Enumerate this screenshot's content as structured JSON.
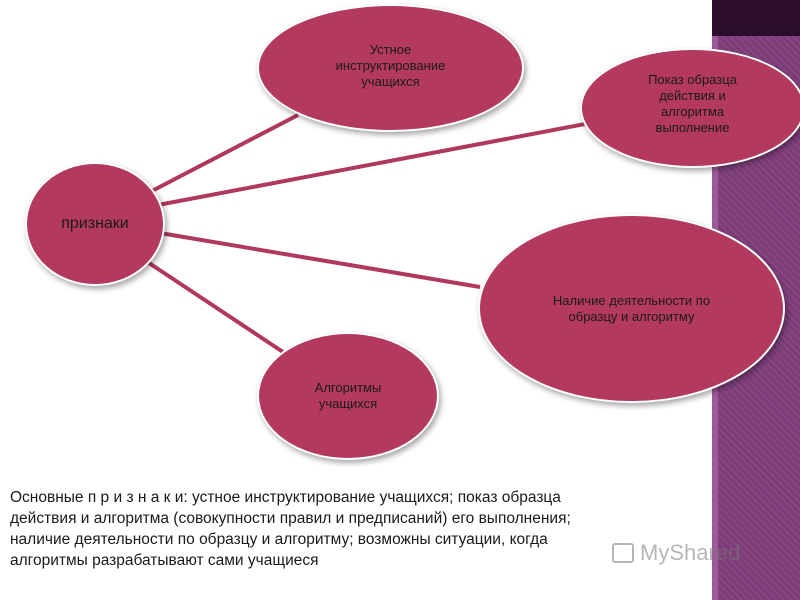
{
  "diagram": {
    "center": "признаки",
    "oral": "Устное\nинструктирование\nучащихся",
    "demo": "Показ образца\nдействия и\nалгоритма\nвыполнение",
    "activity": "Наличие деятельности      по\nобразцу и алгоритму",
    "algorithms": "Алгоритмы\nучащихся"
  },
  "caption": "Основные п р и з н а к и: устное инструктирование учащихся; показ образца\nдействия и алгоритма (совокупности правил и предписаний) его выполнения;\nналичие деятельности по образцу и алгоритму; возможны ситуации, когда\nалгоритмы разрабатывают сами учащиеся",
  "watermark": "MyShared",
  "colors": {
    "node": "#b33a5e",
    "band": "#7d3c78",
    "link": "#b0385a"
  }
}
